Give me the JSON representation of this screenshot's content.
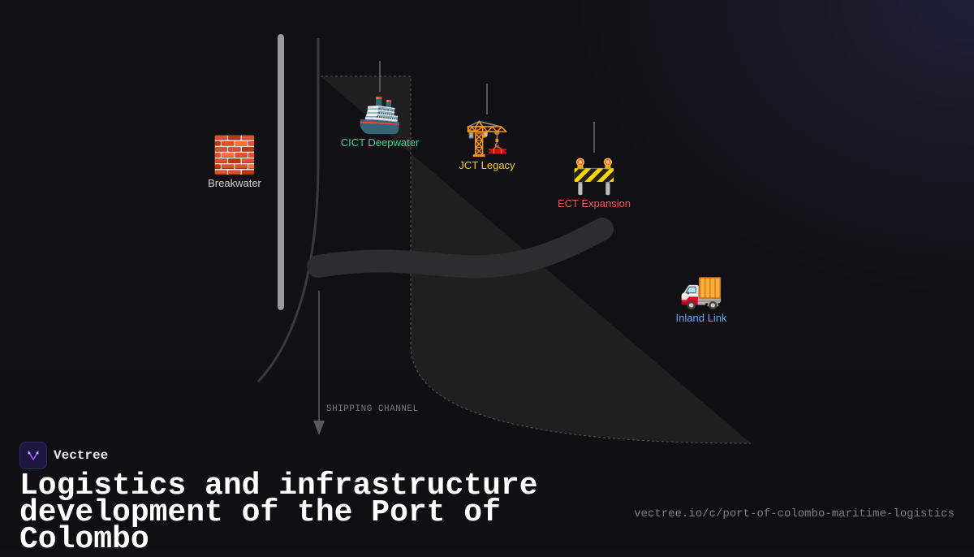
{
  "brand": {
    "name": "Vectree",
    "icon": "vectree-logo-icon"
  },
  "title": "Logistics and infrastructure development of the Port of Colombo",
  "url": "vectree.io/c/port-of-colombo-maritime-logistics",
  "map": {
    "channel_label": "SHIPPING CHANNEL",
    "nodes": [
      {
        "id": "breakwater",
        "emoji": "🧱",
        "icon": "brick-wall-icon",
        "label": "Breakwater",
        "color": "#d4d4d8"
      },
      {
        "id": "cict",
        "emoji": "🚢",
        "icon": "ship-icon",
        "label": "CICT Deepwater",
        "color": "#34d399"
      },
      {
        "id": "jct",
        "emoji": "🏗️",
        "icon": "crane-icon",
        "label": "JCT Legacy",
        "color": "#facc15"
      },
      {
        "id": "ect",
        "emoji": "🚧",
        "icon": "construction-barrier-icon",
        "label": "ECT Expansion",
        "color": "#f05252"
      },
      {
        "id": "inland",
        "emoji": "🚚",
        "icon": "truck-icon",
        "label": "Inland Link",
        "color": "#60a5fa"
      }
    ]
  }
}
